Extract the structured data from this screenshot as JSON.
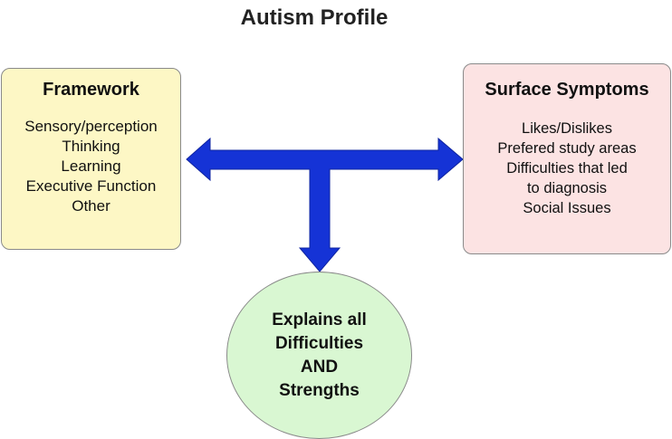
{
  "title": "Autism Profile",
  "framework": {
    "heading": "Framework",
    "items": [
      "Sensory/perception",
      "Thinking",
      "Learning",
      "Executive Function",
      "Other"
    ]
  },
  "surface_symptoms": {
    "heading": "Surface Symptoms",
    "items": [
      "Likes/Dislikes",
      "Prefered study areas",
      "Difficulties that led",
      "to diagnosis",
      "Social Issues"
    ]
  },
  "explains": {
    "lines": [
      "Explains all",
      "Difficulties",
      "AND",
      "Strengths"
    ]
  },
  "colors": {
    "arrow": "#1533d6",
    "framework_fill": "#fdf7c5",
    "symptoms_fill": "#fce3e3",
    "circle_fill": "#d9f7d2"
  }
}
